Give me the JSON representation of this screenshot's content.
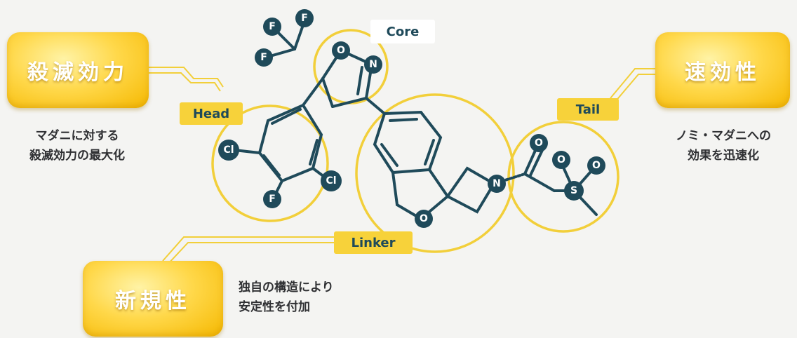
{
  "badges": {
    "kill": "殺滅効力",
    "fast": "速効性",
    "novel": "新規性"
  },
  "descriptions": {
    "kill": [
      "マダニに対する",
      "殺滅効力の最大化"
    ],
    "fast": [
      "ノミ・マダニへの",
      "効果を迅速化"
    ],
    "novel": [
      "独自の構造により",
      "安定性を付加"
    ]
  },
  "region_labels": {
    "core": "Core",
    "head": "Head",
    "tail": "Tail",
    "linker": "Linker"
  },
  "atoms": {
    "f": "F",
    "o": "O",
    "n": "N",
    "cl": "Cl",
    "s": "S"
  },
  "colors": {
    "badge_yellow": "#f5c518",
    "circle_yellow": "#f2cf3a",
    "bond_teal": "#1f4a5a",
    "atom_teal": "#1f4a5a"
  }
}
